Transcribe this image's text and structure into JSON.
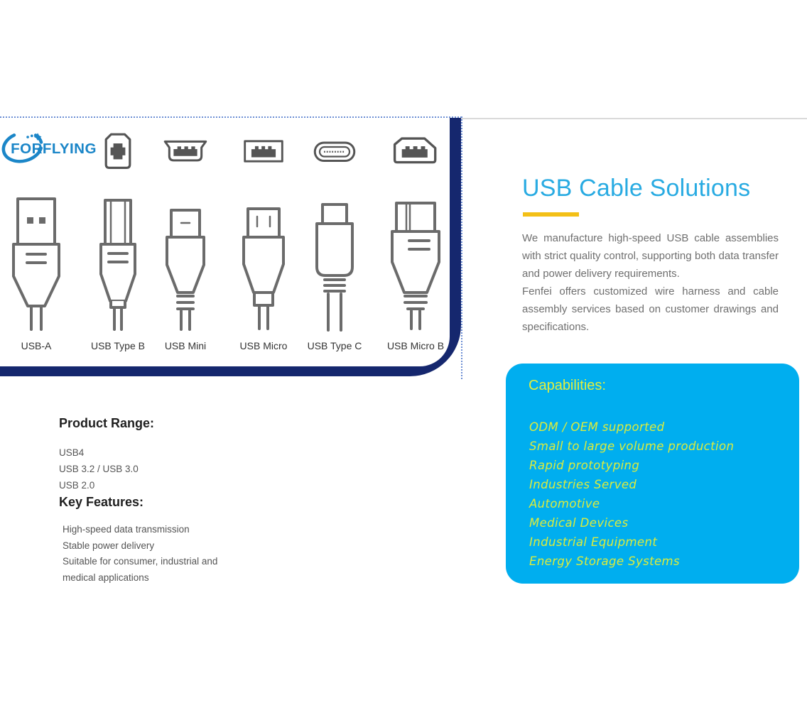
{
  "brand": {
    "name": "FORFLYING",
    "logo_color": "#1b86c8"
  },
  "connector_faces": [
    "usb-type-b-face-icon",
    "usb-mini-face-icon",
    "usb-a-face-icon",
    "usb-type-c-face-icon",
    "usb-micro-b-face-icon"
  ],
  "connectors": [
    {
      "label": "USB-A"
    },
    {
      "label": "USB Type B"
    },
    {
      "label": "USB Mini"
    },
    {
      "label": "USB Micro"
    },
    {
      "label": "USB Type C"
    },
    {
      "label": "USB Micro B"
    }
  ],
  "intro": {
    "title": "USB Cable Solutions",
    "title_color": "#29abe2",
    "underline_color": "#f3c017",
    "paragraphs": [
      "We manufacture high-speed USB cable assemblies with strict quality control, supporting both data transfer and power delivery requirements.",
      "Fenfei offers customized wire harness and cable assembly services based on customer drawings and specifications."
    ]
  },
  "product_range": {
    "heading": "Product Range:",
    "items": [
      "USB4",
      "USB 3.2 / USB 3.0",
      "USB 2.0"
    ]
  },
  "key_features": {
    "heading": "Key Features:",
    "items": [
      "High-speed data transmission",
      "Stable power delivery",
      "Suitable for consumer, industrial and medical applications"
    ]
  },
  "capabilities": {
    "heading": "Capabilities:",
    "bg_color": "#00aeef",
    "text_color": "#dcec3c",
    "items": [
      "ODM / OEM supported",
      "Small to large volume production",
      "Rapid prototyping",
      "Industries Served",
      "Automotive",
      "Medical Devices",
      "Industrial Equipment",
      "Energy Storage Systems"
    ]
  }
}
